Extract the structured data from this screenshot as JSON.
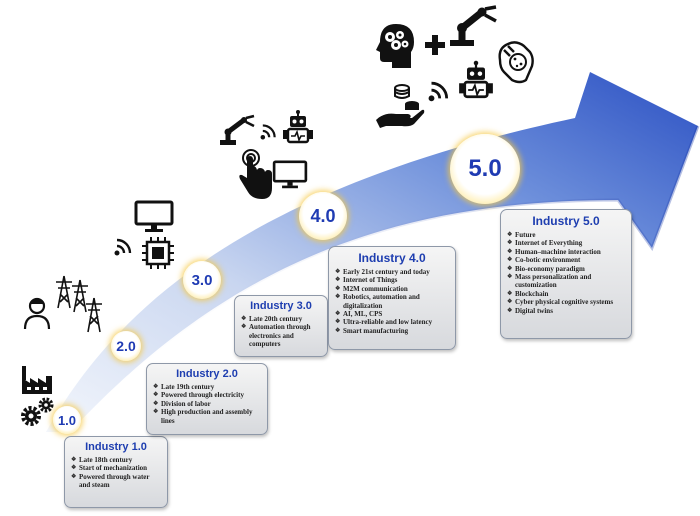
{
  "stages": [
    {
      "badge": "1.0",
      "title": "Industry 1.0",
      "items": [
        "Late 18th century",
        "Start of mechanization",
        "Powered through water and steam"
      ]
    },
    {
      "badge": "2.0",
      "title": "Industry 2.0",
      "items": [
        "Late 19th century",
        "Powered through electricity",
        "Division of labor",
        "High production and assembly lines"
      ]
    },
    {
      "badge": "3.0",
      "title": "Industry 3.0",
      "items": [
        "Late 20th century",
        "Automation through electronics and computers"
      ]
    },
    {
      "badge": "4.0",
      "title": "Industry 4.0",
      "items": [
        "Early 21st century and today",
        "Internet of Things",
        "M2M communication",
        "Robotics, automation and digitalization",
        "AI, ML, CPS",
        "Ultra-reliable and low latency",
        "Smart manufacturing"
      ]
    },
    {
      "badge": "5.0",
      "title": "Industry 5.0",
      "items": [
        "Future",
        "Internet of Everything",
        "Human–machine interaction",
        "Co-botic environment",
        "Bio-economy paradigm",
        "Mass personalization and customization",
        "Blockchain",
        "Cyber physical cognitive systems",
        "Digital twins"
      ]
    }
  ],
  "icons": {
    "stage1": [
      "factory-icon",
      "gears-icon"
    ],
    "stage2": [
      "worker-icon",
      "power-tower-icon"
    ],
    "stage3": [
      "wifi-icon",
      "monitor-icon",
      "chip-icon"
    ],
    "stage4": [
      "robot-arm-icon",
      "wifi-icon",
      "robot-icon",
      "touch-hand-icon",
      "monitor-icon"
    ],
    "stage5": [
      "brain-head-icon",
      "plus-icon",
      "robot-arm-icon",
      "hands-icon",
      "coins-hand-icon",
      "wifi-icon",
      "robot-icon"
    ]
  },
  "colors": {
    "arrow_dark": "#2f55c4",
    "arrow_light": "#dfe7f7",
    "title_blue": "#1e3eb0",
    "badge_glow": "#f5cf57"
  }
}
